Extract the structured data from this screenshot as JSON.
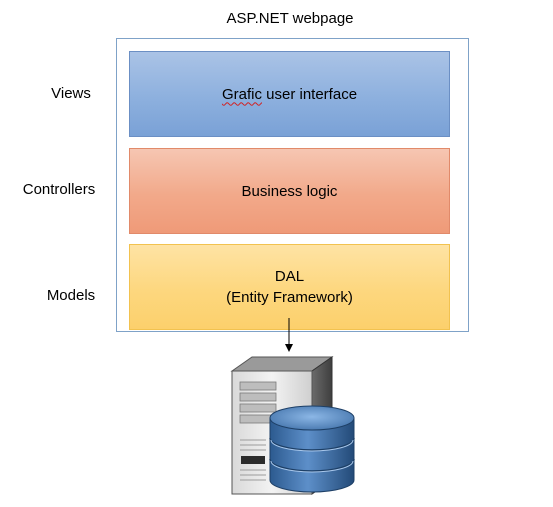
{
  "diagram": {
    "title": "ASP.NET webpage",
    "layers": [
      {
        "side_label": "Views",
        "text_first": "Grafic",
        "text_rest": " user interface"
      },
      {
        "side_label": "Controllers",
        "text": "Business logic"
      },
      {
        "side_label": "Models",
        "line1": "DAL",
        "line2": "(Entity Framework)"
      }
    ],
    "icons": [
      "server-icon",
      "database-icon"
    ],
    "colors": {
      "views": "#8db0de",
      "controllers": "#f2a98a",
      "models": "#fdd77e",
      "container_border": "#7fa2c8",
      "database": "#3d6da3"
    }
  }
}
